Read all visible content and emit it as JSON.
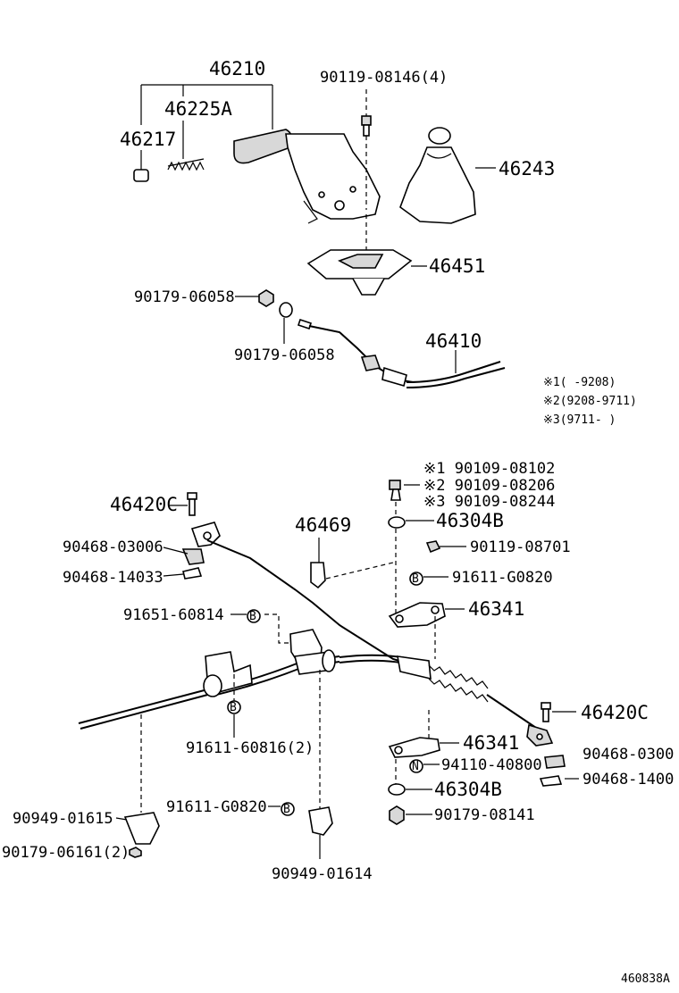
{
  "labels": {
    "p46210": "46210",
    "p46225a": "46225A",
    "p46217": "46217",
    "p90119_08146": "90119-08146(4)",
    "p46243": "46243",
    "p46451": "46451",
    "p90179_06058_a": "90179-06058",
    "p90179_06058_b": "90179-06058",
    "p46410": "46410",
    "note1": "※1(     -9208)",
    "note2": "※2(9208-9711)",
    "note3": "※3(9711-     )",
    "p90109_1": "※1 90109-08102",
    "p90109_2": "※2 90109-08206",
    "p90109_3": "※3 90109-08244",
    "p46420c_a": "46420C",
    "p46469": "46469",
    "p46304b_a": "46304B",
    "p90468_03006_a": "90468-03006",
    "p90119_08701": "90119-08701",
    "p90468_14033_a": "90468-14033",
    "p91611_g0820_a": "91611-G0820",
    "p91651_60814": "91651-60814",
    "p46341_a": "46341",
    "p46420c_b": "46420C",
    "p91611_60816": "91611-60816(2)",
    "p46341_b": "46341",
    "p90468_0300x": "90468-0300",
    "p94110_4080x": "94110-40800",
    "p90468_1400x": "90468-1400",
    "p46304b_b": "46304B",
    "p91611_g0820_b": "91611-G0820",
    "p90179_08141": "90179-08141",
    "p90949_01615": "90949-01615",
    "p90179_06161": "90179-06161(2)",
    "p90949_01614": "90949-01614",
    "diagram_code": "460838A"
  }
}
